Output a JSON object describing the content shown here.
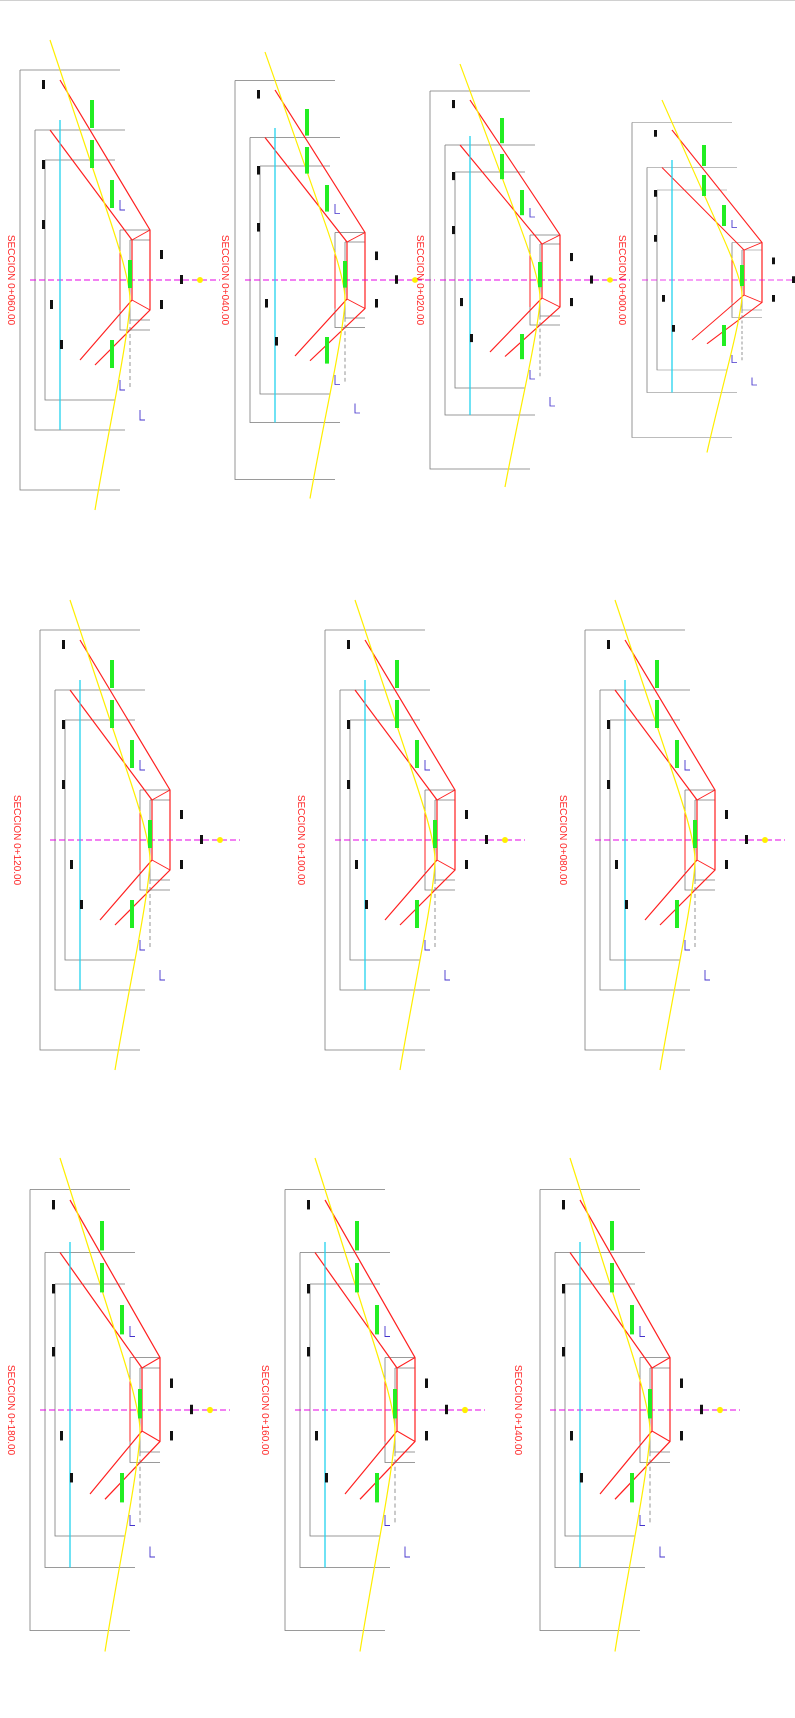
{
  "drawing": {
    "colors": {
      "outline": "#ff2020",
      "grid": "#7a7a7a",
      "terrain": "#ffee00",
      "axis": "#e600e6",
      "water": "#22d3ee",
      "labels_green": "#22ee22",
      "marker": "#4433cc"
    },
    "sections": [
      {
        "title": "SECCION 0+060.00"
      },
      {
        "title": "SECCION 0+040.00"
      },
      {
        "title": "SECCION 0+020.00"
      },
      {
        "title": "SECCION 0+000.00"
      },
      {
        "title": "SECCION 0+120.00"
      },
      {
        "title": "SECCION 0+100.00"
      },
      {
        "title": "SECCION 0+080.00"
      },
      {
        "title": "SECCION 0+180.00"
      },
      {
        "title": "SECCION 0+160.00"
      },
      {
        "title": "SECCION 0+140.00"
      }
    ]
  }
}
